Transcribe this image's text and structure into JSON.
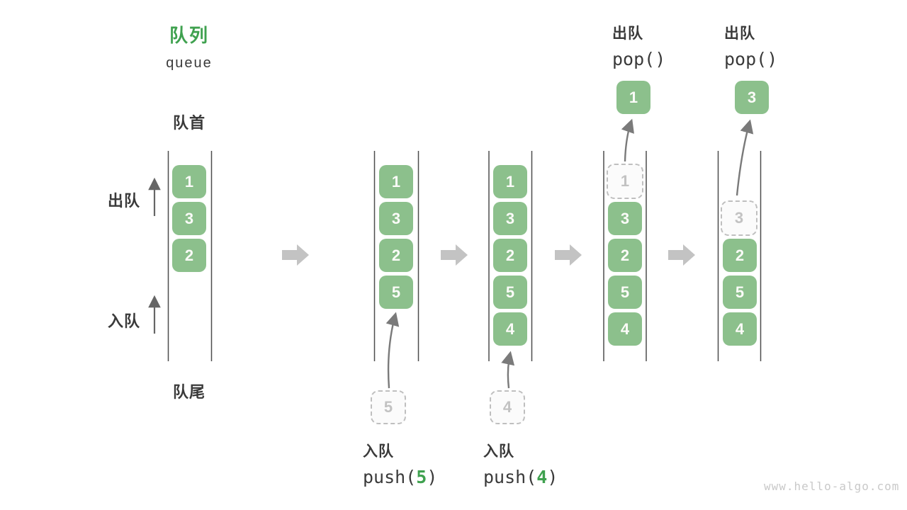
{
  "title": {
    "zh": "队列",
    "en": "queue"
  },
  "side_labels": {
    "front": "队首",
    "rear": "队尾",
    "dequeue": "出队",
    "enqueue": "入队"
  },
  "queues": [
    {
      "cells": [
        "1",
        "3",
        "2"
      ]
    },
    {
      "cells": [
        "1",
        "3",
        "2",
        "5"
      ]
    },
    {
      "cells": [
        "1",
        "3",
        "2",
        "5",
        "4"
      ]
    },
    {
      "ghost": "1",
      "cells": [
        "3",
        "2",
        "5",
        "4"
      ]
    },
    {
      "ghost": "3",
      "cells": [
        "2",
        "5",
        "4"
      ]
    }
  ],
  "operations": {
    "push5": {
      "name": "入队",
      "code_prefix": "push(",
      "arg": "5",
      "code_suffix": ")",
      "staged": "5"
    },
    "push4": {
      "name": "入队",
      "code_prefix": "push(",
      "arg": "4",
      "code_suffix": ")",
      "staged": "4"
    },
    "pop1": {
      "name": "出队",
      "code": "pop()",
      "popped": "1"
    },
    "pop2": {
      "name": "出队",
      "code": "pop()",
      "popped": "3"
    }
  },
  "watermark": "www.hello-algo.com",
  "colors": {
    "box_green": "#8CC08C",
    "accent_green": "#3FA14F",
    "text": "#3A3A3A",
    "ghost_gray": "#C2C2C2",
    "arrow_gray": "#7A7A7A",
    "block_arrow_gray": "#C3C3C3"
  }
}
